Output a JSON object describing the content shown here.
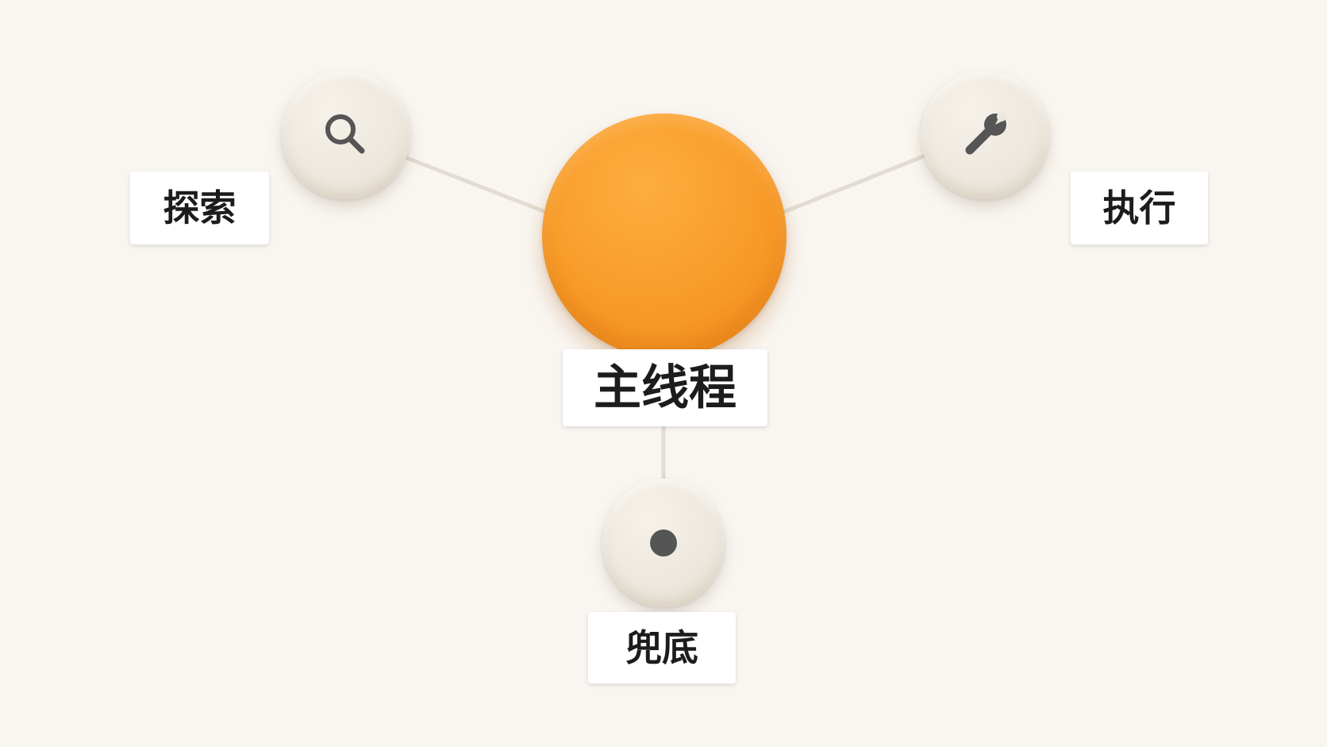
{
  "diagram": {
    "center": {
      "label": "主线程",
      "color": "#f89a28"
    },
    "branches": [
      {
        "id": "explore",
        "label": "探索",
        "icon": "search-icon"
      },
      {
        "id": "execute",
        "label": "执行",
        "icon": "wrench-icon"
      },
      {
        "id": "fallback",
        "label": "兜底",
        "icon": "dot-icon"
      }
    ]
  }
}
